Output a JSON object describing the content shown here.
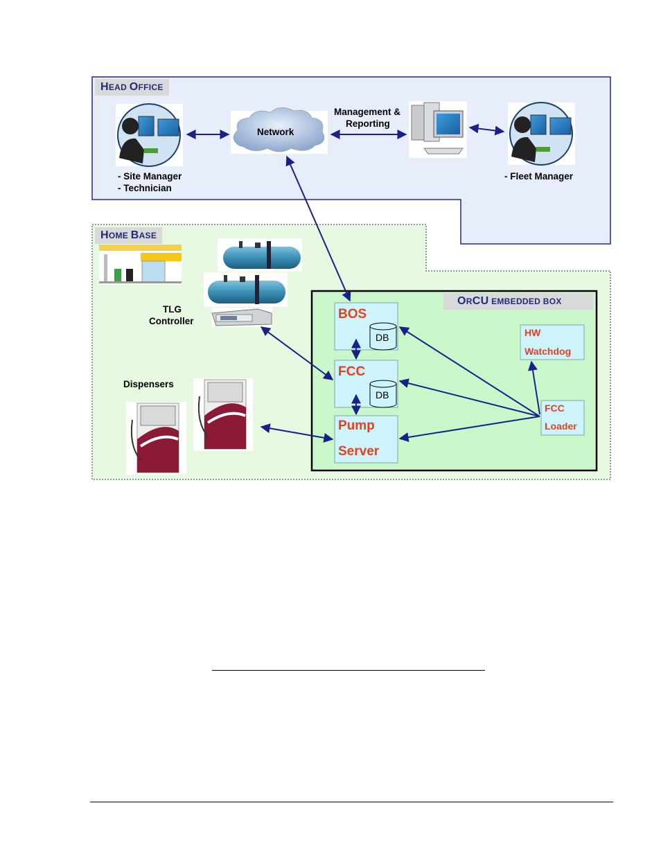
{
  "head_office": {
    "label_first": "H",
    "label_rest": "EAD ",
    "label_first2": "O",
    "label_rest2": "FFICE",
    "site_manager": "- Site Manager",
    "technician": "- Technician",
    "network": "Network",
    "mgmt_line1": "Management &",
    "mgmt_line2": "Reporting",
    "fleet_manager": "- Fleet Manager"
  },
  "home_base": {
    "label_first": "H",
    "label_rest": "OME ",
    "label_first2": "B",
    "label_rest2": "ASE",
    "tlg_line1": "TLG",
    "tlg_line2": "Controller",
    "dispensers": "Dispensers"
  },
  "orcu": {
    "label_first": "O",
    "label_mid": "R",
    "label_cu": "CU",
    "label_rest": " EMBEDDED BOX",
    "bos": "BOS",
    "fcc": "FCC",
    "db": "DB",
    "pump_line1": "Pump",
    "pump_line2": "Server",
    "hw_line1": "HW",
    "hw_line2": "Watchdog",
    "loader_line1": "FCC",
    "loader_line2": "Loader"
  },
  "colors": {
    "head_office_fill": "#e8eef9",
    "home_base_fill": "#e6f8e0",
    "orcu_fill": "#c9f7c9",
    "component_fill": "#cdf4fb",
    "arrow": "#1a1f8a",
    "accent_text": "#e8401c",
    "label_text": "#1f2a7a"
  }
}
